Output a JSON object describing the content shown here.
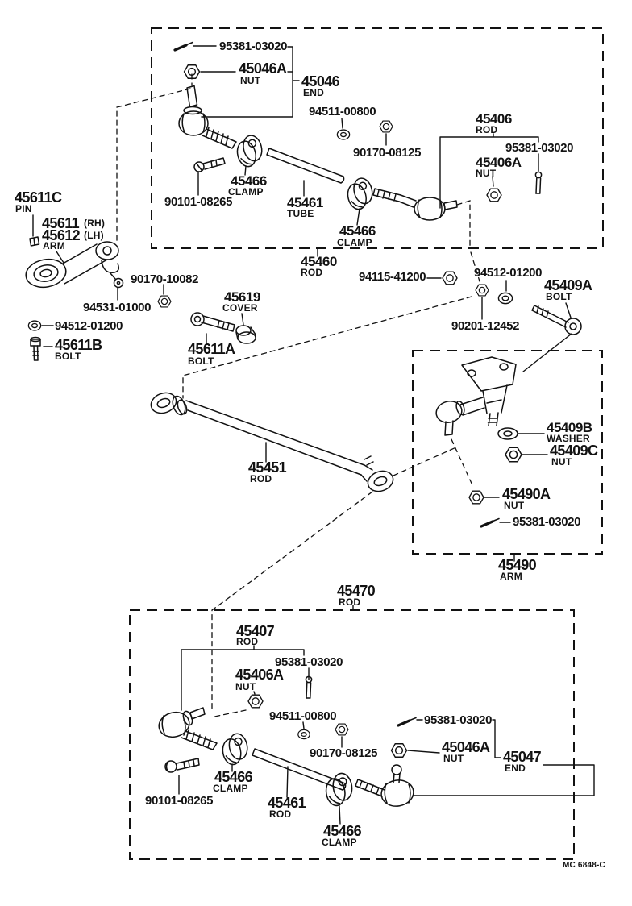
{
  "diagram": {
    "footer_code": "MC 6848-C",
    "top_box": {
      "cotter_pin_a": {
        "num": "95381-03020"
      },
      "nut_a": {
        "num": "45046A",
        "desc": "NUT"
      },
      "end_a": {
        "num": "45046",
        "desc": "END"
      },
      "washer_a": {
        "num": "94511-00800"
      },
      "nut_b": {
        "num": "90170-08125"
      },
      "rod_a": {
        "num": "45406",
        "desc": "ROD"
      },
      "cotter_pin_b": {
        "num": "95381-03020"
      },
      "nut_c": {
        "num": "45406A",
        "desc": "NUT"
      },
      "bolt_a": {
        "num": "90101-08265"
      },
      "clamp_a": {
        "num": "45466",
        "desc": "CLAMP"
      },
      "tube_a": {
        "num": "45461",
        "desc": "TUBE"
      },
      "clamp_b": {
        "num": "45466",
        "desc": "CLAMP"
      },
      "rod_assembly": {
        "num": "45460",
        "desc": "ROD"
      }
    },
    "left_group": {
      "pin": {
        "num": "45611C",
        "desc": "PIN"
      },
      "arm_rh": {
        "num": "45611",
        "qual": "(RH)"
      },
      "arm_lh": {
        "num": "45612",
        "qual": "(LH)"
      },
      "arm_desc": "ARM",
      "screw": {
        "num": "94531-01000"
      },
      "nut": {
        "num": "90170-10082"
      },
      "washer": {
        "num": "94512-01200"
      },
      "bolt_b": {
        "num": "45611B",
        "desc": "BOLT"
      },
      "bolt_a": {
        "num": "45611A",
        "desc": "BOLT"
      },
      "cover": {
        "num": "45619",
        "desc": "COVER"
      }
    },
    "center_group": {
      "nut_a": {
        "num": "94115-41200"
      },
      "washer_a": {
        "num": "94512-01200"
      },
      "washer_b": {
        "num": "90201-12452"
      },
      "bolt": {
        "num": "45409A",
        "desc": "BOLT"
      },
      "relay_rod": {
        "num": "45451",
        "desc": "ROD"
      }
    },
    "idler_box": {
      "washer": {
        "num": "45409B",
        "desc": "WASHER"
      },
      "nut": {
        "num": "45409C",
        "desc": "NUT"
      },
      "nut_b": {
        "num": "45490A",
        "desc": "NUT"
      },
      "cotter_pin": {
        "num": "95381-03020"
      },
      "arm_assembly": {
        "num": "45490",
        "desc": "ARM"
      }
    },
    "bottom_box": {
      "rod_assembly": {
        "num": "45470",
        "desc": "ROD"
      },
      "rod_a": {
        "num": "45407",
        "desc": "ROD"
      },
      "cotter_pin_a": {
        "num": "95381-03020"
      },
      "nut_a": {
        "num": "45406A",
        "desc": "NUT"
      },
      "washer_a": {
        "num": "94511-00800"
      },
      "cotter_pin_b": {
        "num": "95381-03020"
      },
      "nut_b": {
        "num": "90170-08125"
      },
      "nut_c": {
        "num": "45046A",
        "desc": "NUT"
      },
      "end": {
        "num": "45047",
        "desc": "END"
      },
      "bolt": {
        "num": "90101-08265"
      },
      "clamp_a": {
        "num": "45466",
        "desc": "CLAMP"
      },
      "tube": {
        "num": "45461",
        "desc": "ROD"
      },
      "clamp_b": {
        "num": "45466",
        "desc": "CLAMP"
      }
    }
  }
}
